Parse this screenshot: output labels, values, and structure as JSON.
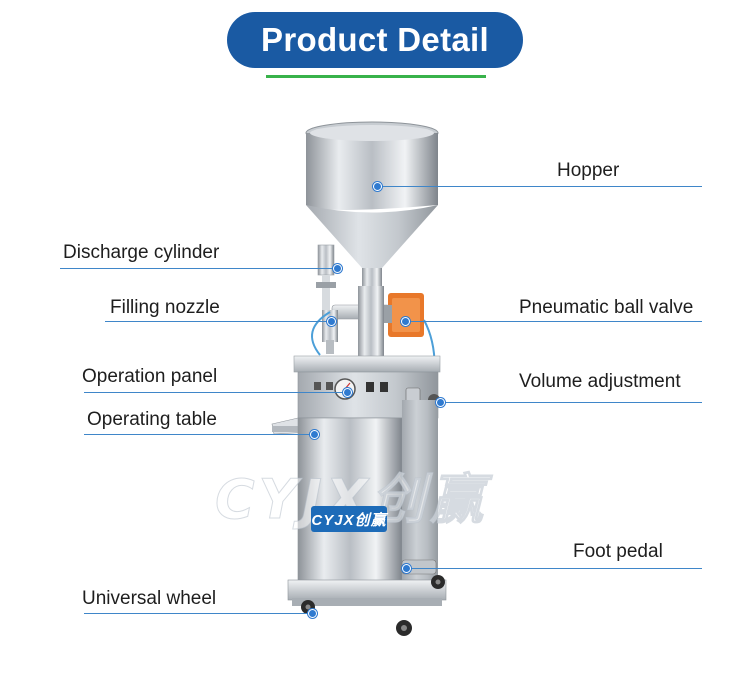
{
  "header": {
    "title": "Product Detail"
  },
  "brand": {
    "watermark": "CYJX创赢",
    "badge": "CYJX创赢"
  },
  "labels": {
    "hopper": "Hopper",
    "discharge_cylinder": "Discharge cylinder",
    "filling_nozzle": "Filling nozzle",
    "pneumatic_ball_valve": "Pneumatic ball valve",
    "operation_panel": "Operation panel",
    "volume_adjustment": "Volume adjustment",
    "operating_table": "Operating table",
    "foot_pedal": "Foot pedal",
    "universal_wheel": "Universal wheel"
  },
  "colors": {
    "title_bg": "#1a5aa3",
    "accent_line": "#38b24a",
    "leader": "#3f86c9",
    "valve": "#e8782a"
  }
}
